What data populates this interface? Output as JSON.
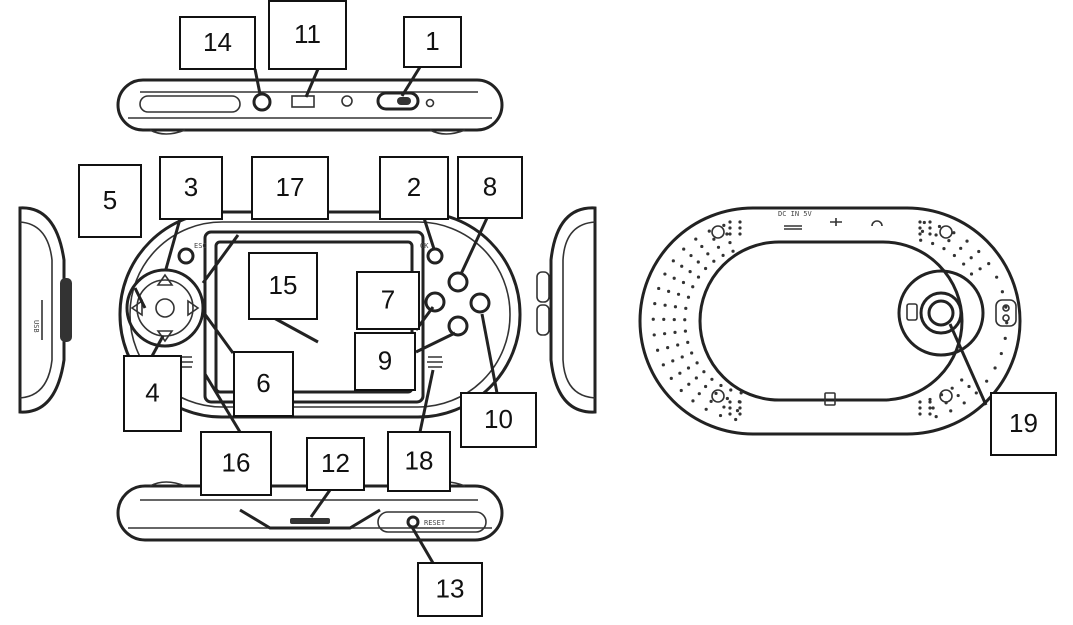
{
  "callouts": [
    "1",
    "2",
    "3",
    "4",
    "5",
    "6",
    "7",
    "8",
    "9",
    "10",
    "11",
    "12",
    "13",
    "14",
    "15",
    "16",
    "17",
    "18",
    "19"
  ],
  "device_markings": {
    "top_left_button": "ESC",
    "top_right_button": "OK",
    "bottom_reset": "RESET",
    "back_ports": "DC IN 5V",
    "side_label": "USB"
  },
  "icons": [
    "usb-port-icon",
    "headphone-icon",
    "power-icon",
    "sd-card-icon",
    "camera-lens-icon",
    "speaker-grille-icon",
    "dpad-icon"
  ]
}
